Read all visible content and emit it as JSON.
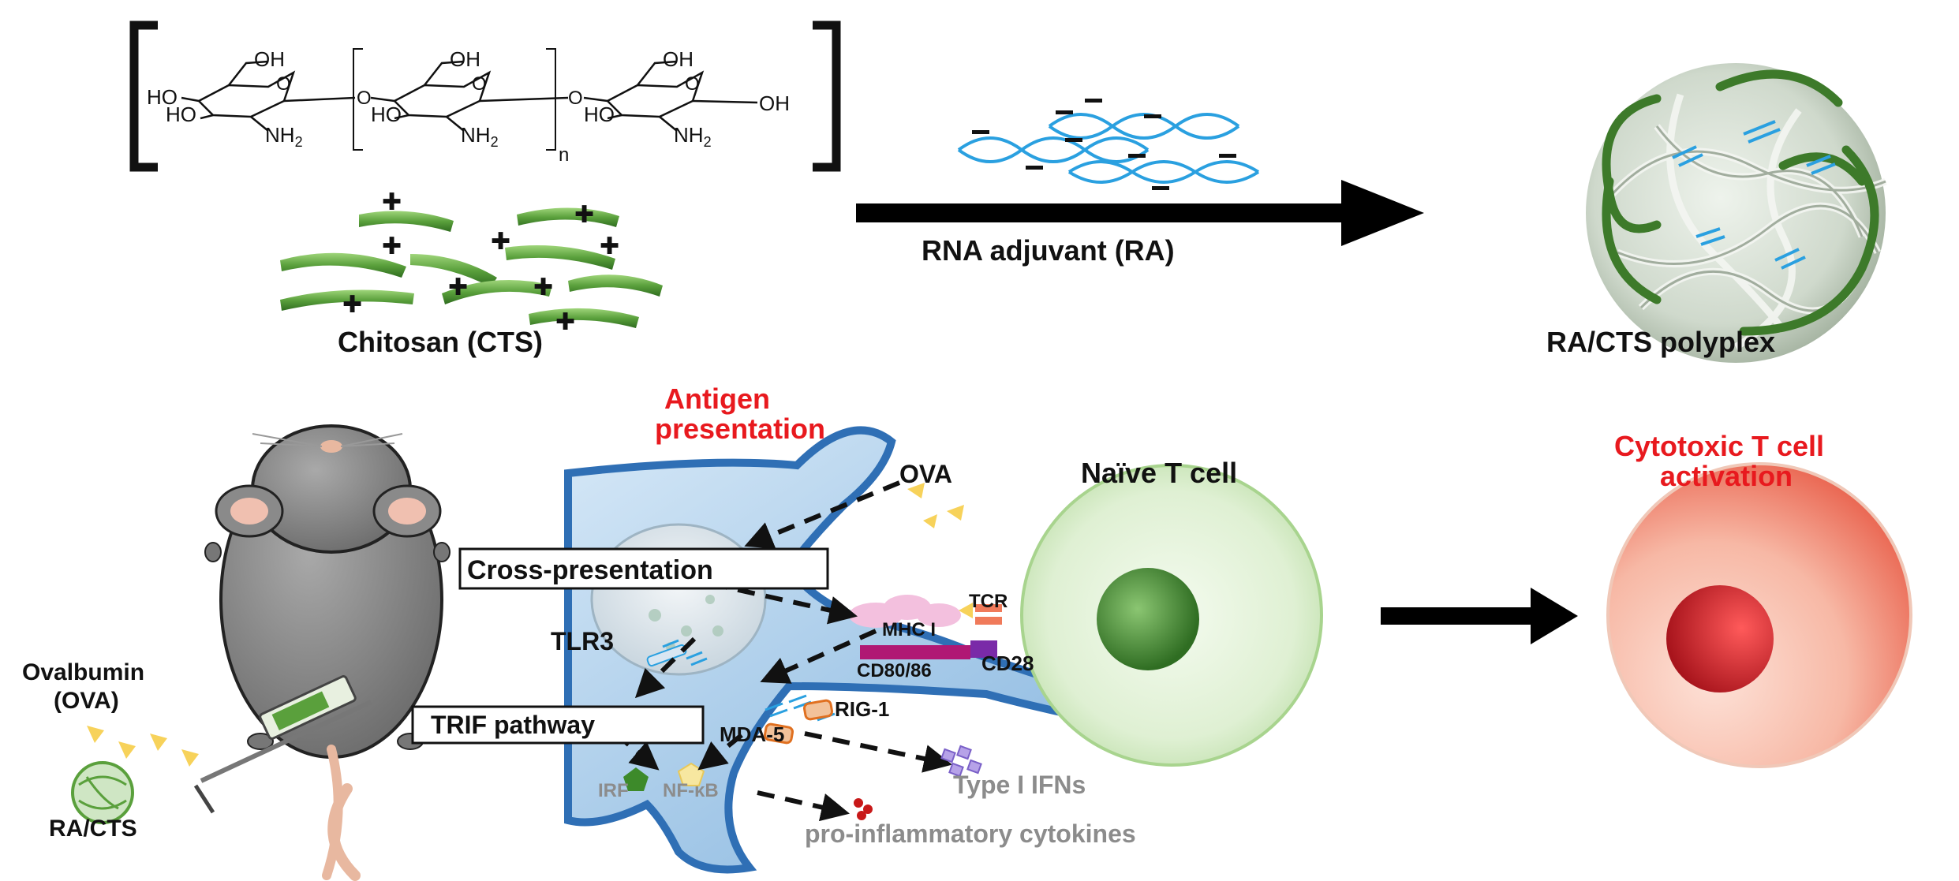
{
  "top": {
    "chitosan_label": "Chitosan (CTS)",
    "arrow_label": "RNA adjuvant (RA)",
    "polyplex_label": "RA/CTS polyplex",
    "chem": {
      "oh": "OH",
      "ho": "HO",
      "nh2": "NH",
      "sub2": "2",
      "o": "O",
      "n": "n"
    }
  },
  "bottom": {
    "antigen_title_line1": "Antigen",
    "antigen_title_line2": "presentation",
    "ova_label": "OVA",
    "naive_t_label": "Naïve T cell",
    "cytotoxic_line1": "Cytotoxic T cell",
    "cytotoxic_line2": "activation",
    "cross_presentation": "Cross-presentation",
    "tlr3": "TLR3",
    "trif_pathway": "TRIF pathway",
    "mhc": "MHC I",
    "tcr": "TCR",
    "cd80": "CD80/86",
    "cd28": "CD28",
    "rig1": "RIG-1",
    "mda5": "MDA-5",
    "irf": "IRF",
    "nfkb": "NF-κB",
    "type1": "Type I IFNs",
    "cytokines": "pro-inflammatory cytokines",
    "ovalbumin_line1": "Ovalbumin",
    "ovalbumin_line2": "(OVA)",
    "racts": "RA/CTS"
  },
  "colors": {
    "chitosan_green": "#5aa03c",
    "dna_blue": "#2aa0e0",
    "cell_blue": "#2f6fb5",
    "red_text": "#e8191e",
    "grey_text": "#8c8c8c"
  }
}
